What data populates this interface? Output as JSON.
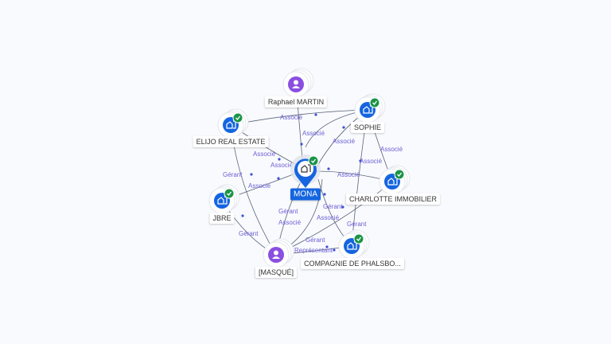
{
  "nodes": {
    "raphael": {
      "label": "Raphael MARTIN",
      "type": "person"
    },
    "sophie": {
      "label": "SOPHIE",
      "type": "company",
      "verified": true
    },
    "elijo": {
      "label": "ELIJO REAL ESTATE",
      "type": "company",
      "verified": true
    },
    "mona": {
      "label": "MONA",
      "type": "company",
      "verified": true,
      "center": true
    },
    "charlotte": {
      "label": "CHARLOTTE IMMOBILIER",
      "type": "company",
      "verified": true
    },
    "jbre": {
      "label": "JBRE",
      "type": "company",
      "verified": true
    },
    "compagnie": {
      "label": "COMPAGNIE DE PHALSBO...",
      "type": "company",
      "verified": true
    },
    "masque": {
      "label": "[MASQUÉ]",
      "type": "person"
    }
  },
  "edge_labels": {
    "elijo_sophie": "Associé",
    "raphael_mona": "Associé",
    "elijo_mona": "Associé",
    "sophie_mona": "Associé",
    "mona_top": "Associé",
    "jbre_mona": "Associé",
    "charlotte_mona": "Associé",
    "sophie_charlotte": "Associé",
    "compagnie_sophie": "Associé",
    "masque_elijo": "Gérant",
    "masque_jbre": "Gérant",
    "masque_mona_1": "Gérant",
    "masque_mona_2": "Associé",
    "mona_compagnie_1": "Gérant",
    "mona_compagnie_2": "Associé",
    "masque_charlotte": "Gérant",
    "masque_compagnie_1": "Gérant",
    "masque_compagnie_2": "Représentant"
  },
  "colors": {
    "company": "#1565e0",
    "person": "#8a4fe0",
    "verified": "#1a9447",
    "edge_label": "#6d5fd6"
  }
}
